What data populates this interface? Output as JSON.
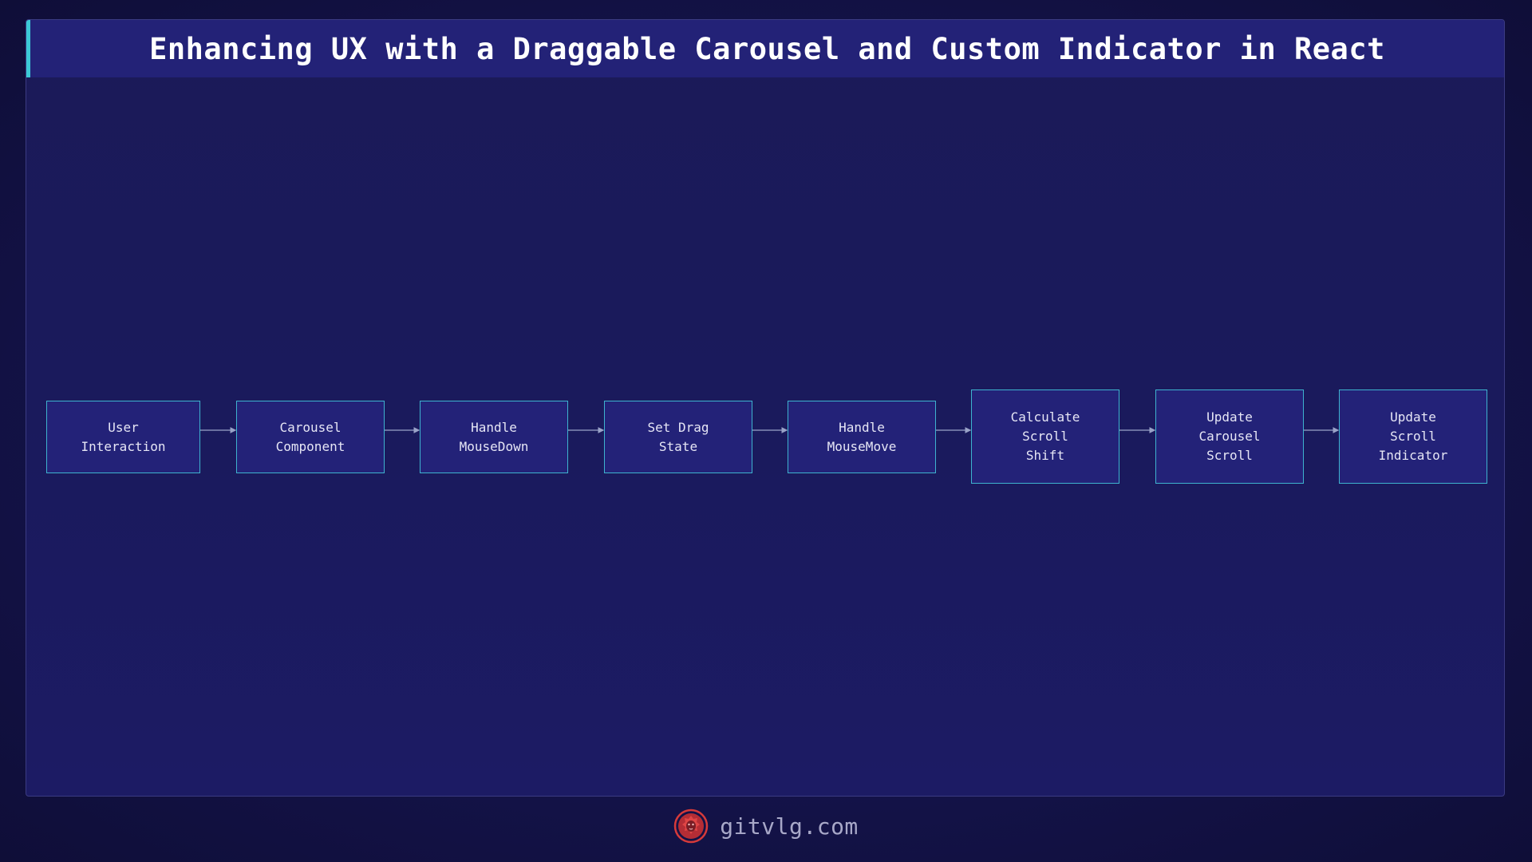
{
  "title": "Enhancing UX with a Draggable Carousel and Custom Indicator in React",
  "nodes": [
    {
      "id": "user-interaction",
      "label": "User\nInteraction"
    },
    {
      "id": "carousel-component",
      "label": "Carousel\nComponent"
    },
    {
      "id": "handle-mousedown",
      "label": "Handle\nMouseDown"
    },
    {
      "id": "set-drag-state",
      "label": "Set Drag\nState"
    },
    {
      "id": "handle-mousemove",
      "label": "Handle\nMouseMove"
    },
    {
      "id": "calculate-scroll-shift",
      "label": "Calculate\nScroll\nShift"
    },
    {
      "id": "update-carousel-scroll",
      "label": "Update\nCarousel\nScroll"
    },
    {
      "id": "update-scroll-indicator",
      "label": "Update\nScroll\nIndicator"
    }
  ],
  "edges": [
    [
      "user-interaction",
      "carousel-component"
    ],
    [
      "carousel-component",
      "handle-mousedown"
    ],
    [
      "handle-mousedown",
      "set-drag-state"
    ],
    [
      "set-drag-state",
      "handle-mousemove"
    ],
    [
      "handle-mousemove",
      "calculate-scroll-shift"
    ],
    [
      "calculate-scroll-shift",
      "update-carousel-scroll"
    ],
    [
      "update-carousel-scroll",
      "update-scroll-indicator"
    ]
  ],
  "footer": {
    "brand": "gitvlg.com",
    "logo_icon": "lion-logo-icon"
  },
  "colors": {
    "accent": "#3cc9d6",
    "node_border": "#3eb3cf",
    "node_fill": "#232278",
    "edge": "#9aa3c8",
    "logo": "#d63a3a"
  }
}
